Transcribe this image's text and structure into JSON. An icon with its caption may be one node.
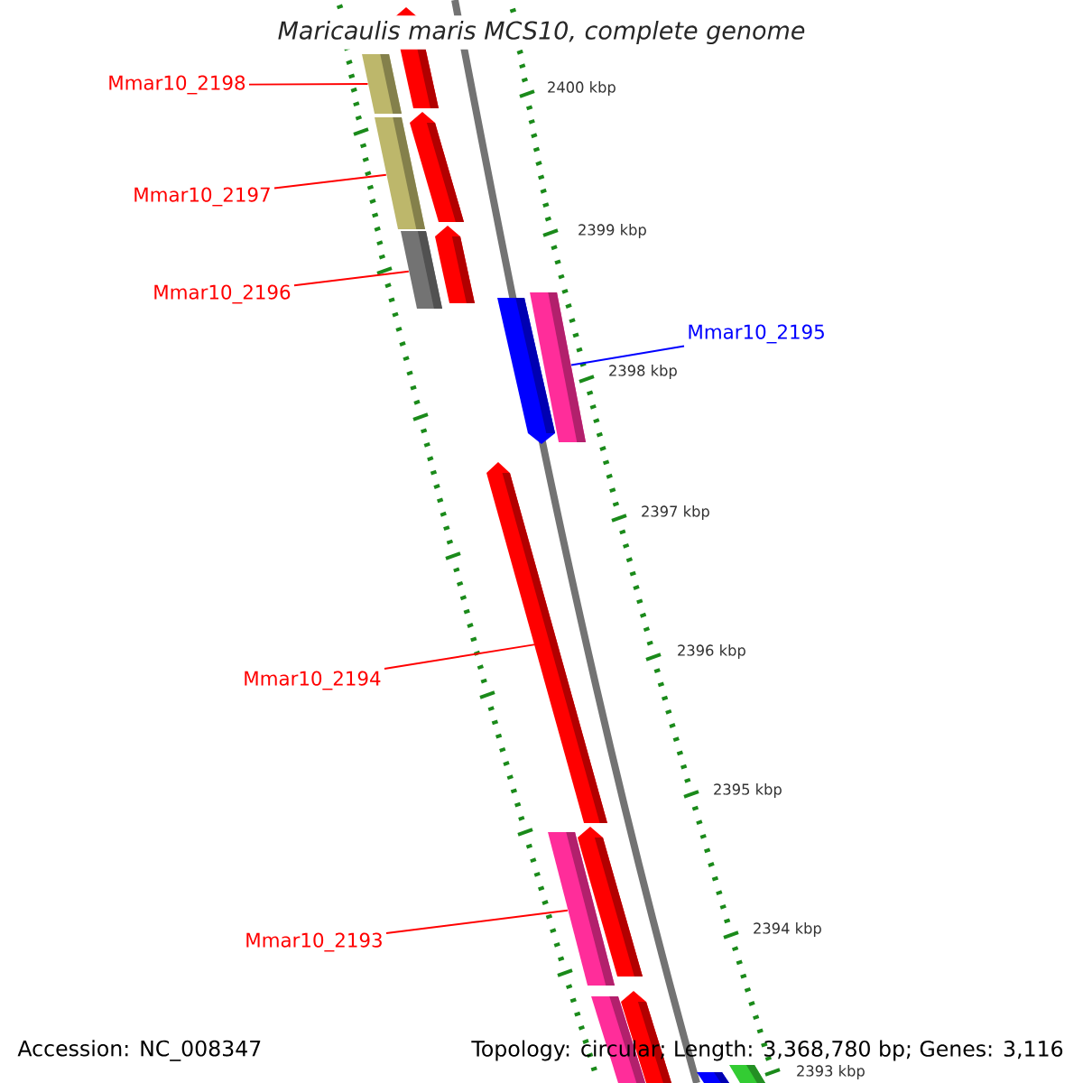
{
  "diagram": {
    "title": "Maricaulis maris MCS10, complete genome",
    "nodes": [
      {
        "text": [
          "Mmar10_2198"
        ]
      },
      {
        "text": [],
        "shape": "bar"
      },
      {
        "text": [
          "Mmar10_2197"
        ]
      },
      {
        "text": [],
        "shape": "bar"
      },
      {
        "text": [
          "Mmar10_2196"
        ]
      },
      {
        "text": [],
        "shape": "bar"
      },
      {
        "text": [
          "Mmar10_2195"
        ]
      },
      {
        "text": [],
        "shape": "bar"
      },
      {
        "text": [
          "Mmar10_2194"
        ]
      },
      {
        "text": [],
        "shape": "bar"
      },
      {
        "text": [
          "Mmar10_2193"
        ]
      },
      {
        "text": [],
        "shape": "bar"
      },
      {
        "text": [],
        "shape": "bar"
      },
      {
        "text": [],
        "shape": "bar"
      },
      {
        "text": [],
        "shape": "bar"
      },
      {
        "text": [],
        "shape": "bar"
      },
      {
        "text": [],
        "shape": "bar"
      },
      {
        "text": [],
        "shape": "bar"
      },
      {
        "text": [],
        "shape": "bar"
      },
      {
        "text": [],
        "shape": "bar"
      },
      {
        "text": [],
        "shape": "bar"
      }
    ],
    "edges": [
      {
        "from": 0,
        "to": 1,
        "arrow": "none"
      },
      {
        "from": 2,
        "to": 3,
        "arrow": "none"
      },
      {
        "from": 4,
        "to": 5,
        "arrow": "none"
      },
      {
        "from": 6,
        "to": 7,
        "arrow": "none",
        "color": "#0000ff"
      },
      {
        "from": 8,
        "to": 9,
        "arrow": "none"
      },
      {
        "from": 10,
        "to": 11,
        "arrow": "none"
      }
    ],
    "labels": [
      "2400 kbp",
      "2399 kbp",
      "2398 kbp",
      "2397 kbp",
      "2396 kbp",
      "2395 kbp",
      "2394 kbp",
      "2393 kbp",
      "Accession: NC_008347",
      "Topology: circular; Length: 3,368,780 bp; Genes: 3,116"
    ]
  }
}
